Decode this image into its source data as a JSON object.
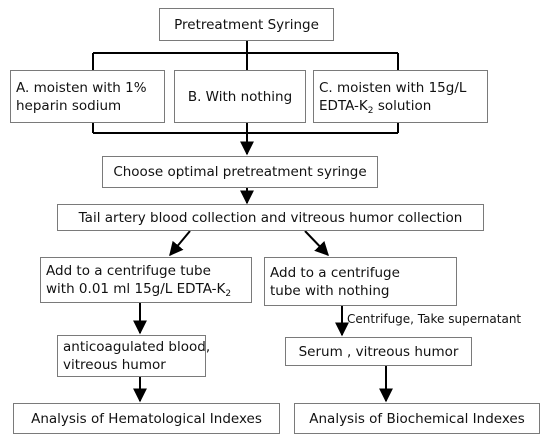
{
  "nodes": {
    "pretreatment_syringe": "Pretreatment Syringe",
    "option_a": {
      "line1": "A. moisten with 1%",
      "line2": "heparin sodium"
    },
    "option_b": "B. With nothing",
    "option_c": {
      "line1": "C. moisten with 15g/L",
      "line2_pre": "EDTA-K",
      "line2_sub": "2",
      "line2_post": " solution"
    },
    "choose_optimal": "Choose optimal pretreatment syringe",
    "collection": "Tail artery blood collection and vitreous humor collection",
    "left_tube": {
      "line1": "Add to a centrifuge tube",
      "line2_pre": "with 0.01 ml 15g/L EDTA-K",
      "line2_sub": "2"
    },
    "right_tube": {
      "line1": "Add to a centrifuge",
      "line2": "tube with nothing"
    },
    "anticoagulated": {
      "line1": "anticoagulated blood,",
      "line2": "vitreous humor"
    },
    "serum": "Serum , vitreous humor",
    "hematological": "Analysis of Hematological Indexes",
    "biochemical": "Analysis of Biochemical Indexes"
  },
  "edge_labels": {
    "centrifuge": "Centrifuge, Take supernatant"
  },
  "colors": {
    "line": "#000000",
    "border": "#7a7a7a",
    "text": "#111111"
  }
}
